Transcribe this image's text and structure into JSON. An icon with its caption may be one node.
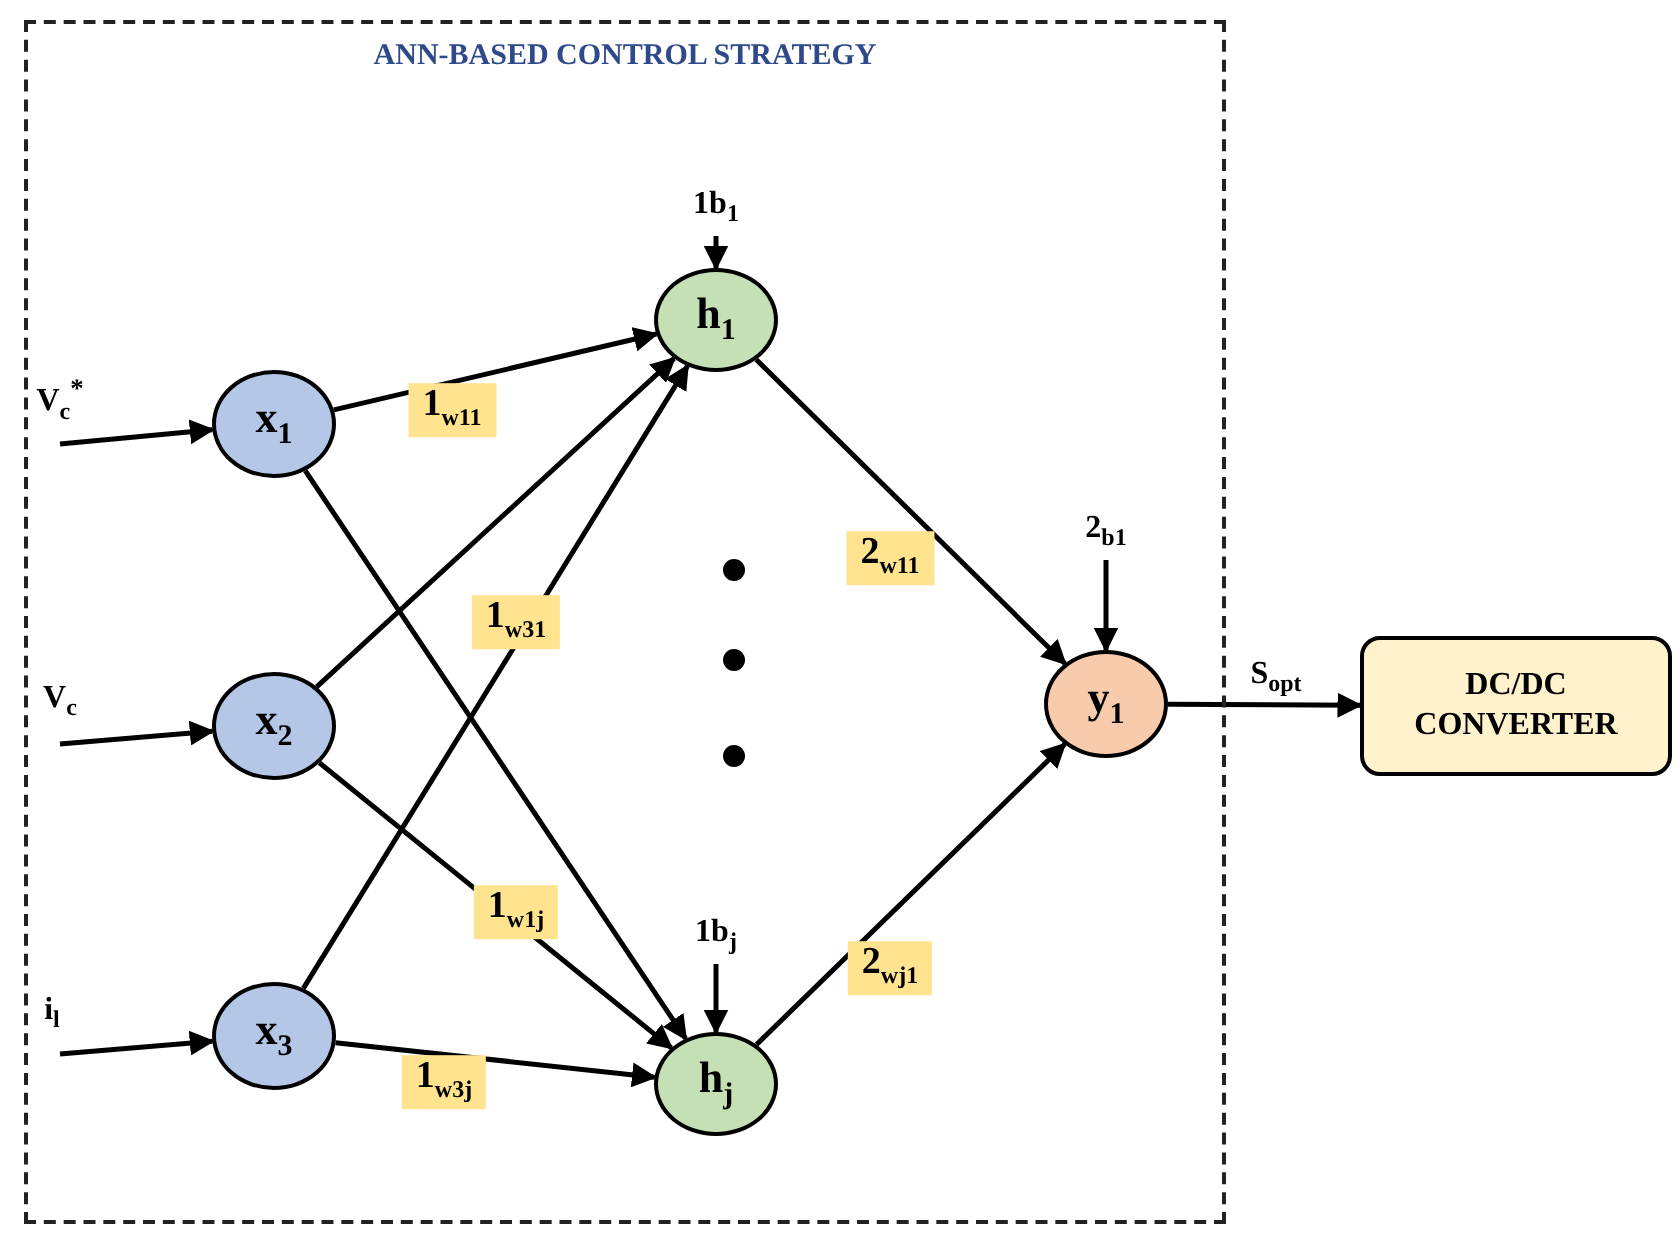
{
  "diagram": {
    "nodes": [
      {
        "text": [
          "ANN-BASED CONTROL STRATEGY"
        ]
      },
      {
        "text": [
          "x$_{1}$"
        ],
        "in": 0
      },
      {
        "text": [
          "x$_{2}$"
        ],
        "in": 0
      },
      {
        "text": [
          "x$_{3}$"
        ],
        "in": 0
      },
      {
        "text": [
          "h$_{1}$"
        ],
        "in": 0
      },
      {
        "text": [
          "h$_{j}$"
        ],
        "in": 0
      },
      {
        "text": [
          "y$_{1}$"
        ],
        "in": 0
      },
      {
        "text": [
          "DC/DC CONVERTER"
        ]
      }
    ],
    "edges": [
      {
        "from": 1,
        "to": 4,
        "arrow": "to",
        "label": "1$_{w11}$"
      },
      {
        "from": 1,
        "to": 5,
        "arrow": "to",
        "label": "1$_{w1j}$"
      },
      {
        "from": 2,
        "to": 4,
        "arrow": "to"
      },
      {
        "from": 2,
        "to": 5,
        "arrow": "to"
      },
      {
        "from": 3,
        "to": 4,
        "arrow": "to",
        "label": "1$_{w31}$"
      },
      {
        "from": 3,
        "to": 5,
        "arrow": "to",
        "label": "1$_{w3j}$"
      },
      {
        "from": 4,
        "to": 6,
        "arrow": "to",
        "label": "2$_{w11}$"
      },
      {
        "from": 5,
        "to": 6,
        "arrow": "to",
        "label": "2$_{wj1}$"
      },
      {
        "from": null,
        "to": 1,
        "arrow": "to",
        "label": "V$_{c}$$^{*}$"
      },
      {
        "from": null,
        "to": 2,
        "arrow": "to",
        "label": "V$_{c}$"
      },
      {
        "from": null,
        "to": 3,
        "arrow": "to",
        "label": "i$_{l}$"
      },
      {
        "from": null,
        "to": 4,
        "arrow": "to",
        "label": "1b$_{1}$"
      },
      {
        "from": null,
        "to": 5,
        "arrow": "to",
        "label": "1b$_{j}$"
      },
      {
        "from": null,
        "to": 6,
        "arrow": "to",
        "label": "2$_{b1}$"
      },
      {
        "from": 6,
        "to": 7,
        "arrow": "to",
        "label": "S$_{opt}$"
      }
    ]
  }
}
